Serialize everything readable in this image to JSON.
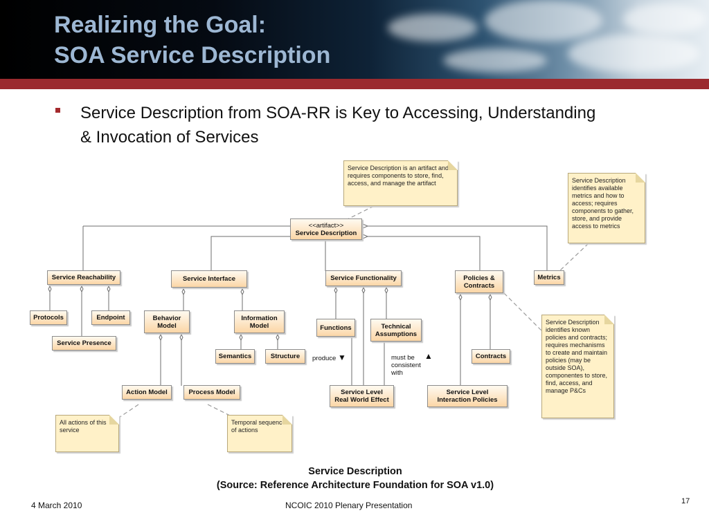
{
  "slide": {
    "title_line1": "Realizing the Goal:",
    "title_line2": "SOA Service Description",
    "bullet": "Service Description from SOA-RR is Key to Accessing, Understanding & Invocation of Services",
    "caption_line1": "Service Description",
    "caption_line2": "(Source:  Reference Architecture Foundation for SOA v1.0)",
    "footer_date": "4 March 2010",
    "footer_center": "NCOIC 2010 Plenary Presentation",
    "page_number": "17"
  },
  "diagram": {
    "root_stereotype": "<<artifact>>",
    "root_name": "Service Description",
    "boxes": {
      "service_reachability": "Service Reachability",
      "service_interface": "Service Interface",
      "service_functionality": "Service Functionality",
      "policies_contracts": "Policies &\nContracts",
      "metrics": "Metrics",
      "protocols": "Protocols",
      "endpoint": "Endpoint",
      "service_presence": "Service Presence",
      "behavior_model": "Behavior\nModel",
      "information_model": "Information\nModel",
      "semantics": "Semantics",
      "structure": "Structure",
      "functions": "Functions",
      "technical_assumptions": "Technical\nAssumptions",
      "contracts": "Contracts",
      "action_model": "Action Model",
      "process_model": "Process Model",
      "service_level_rwe": "Service Level\nReal World Effect",
      "service_level_ip": "Service Level\nInteraction Policies"
    },
    "notes": {
      "artifact": "Service Description is an artifact and requires components to store, find, access, and manage the artifact",
      "metrics": "Service Description identifies available metrics and how to access; requires components to gather, store, and provide access to metrics",
      "policies": "Service Description identifies known policies and contracts; requires mechanisms to create and maintain policies (may be outside SOA), componentes to store, find, access, and manage P&Cs",
      "actions": "All actions of this service",
      "temporal": "Temporal sequence of actions"
    },
    "labels": {
      "produce": "produce",
      "consistent": "must be\nconsistent\nwith"
    }
  },
  "colors": {
    "title": "#9db7d3",
    "accent_bar": "#9b2a2e",
    "box_fill": "#fbd6a6",
    "note_fill": "#fff1c8"
  }
}
